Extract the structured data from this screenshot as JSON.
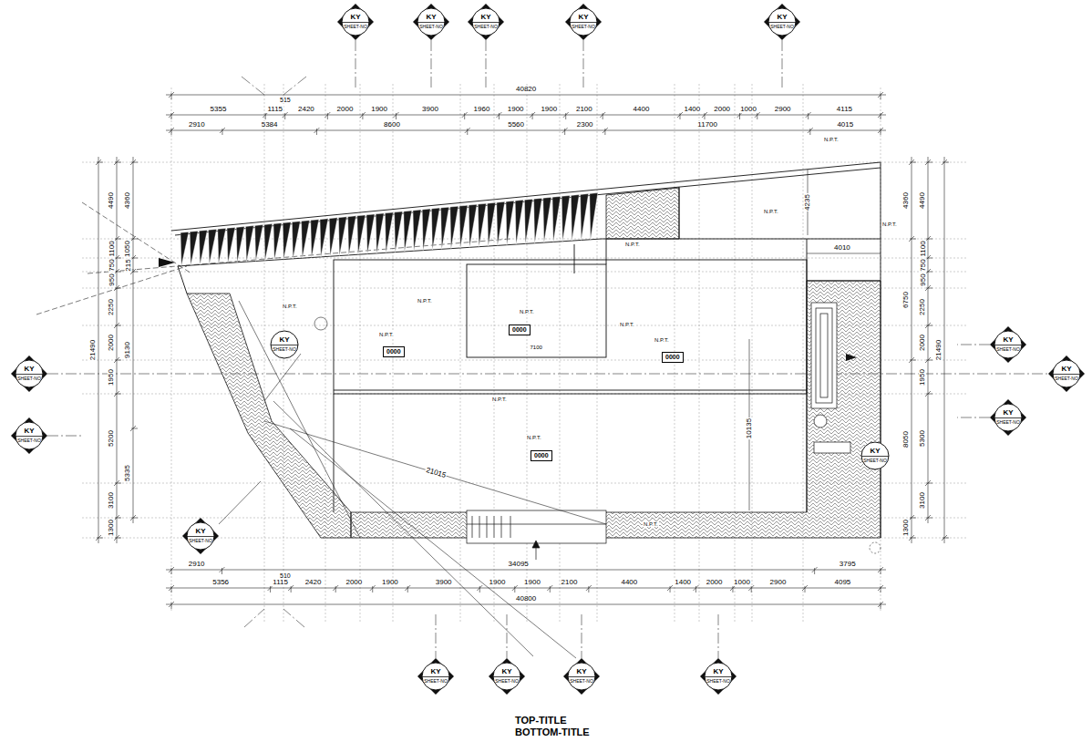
{
  "diagram": {
    "title": "TOP-TITLE",
    "caption": "BOTTOM-TITLE",
    "nodes": [
      {
        "text": [
          "KY",
          "SHEET-NO"
        ]
      },
      {
        "text": [
          "KY",
          "SHEET-NO"
        ]
      },
      {
        "text": [
          "KY",
          "SHEET-NO"
        ]
      },
      {
        "text": [
          "KY",
          "SHEET-NO"
        ]
      },
      {
        "text": [
          "KY",
          "SHEET-NO"
        ]
      },
      {
        "text": [
          "0000"
        ]
      },
      {
        "text": [
          "KY",
          "SHEET-NO"
        ]
      },
      {
        "text": [
          "KY",
          "SHEET-NO"
        ]
      },
      {
        "text": [
          "0000"
        ]
      },
      {
        "text": [
          "0000"
        ]
      },
      {
        "text": [
          "KY",
          "SHEET-NO"
        ]
      },
      {
        "text": [
          "KY",
          "SHEET-NO"
        ]
      },
      {
        "text": [
          "KY",
          "SHEET-NO"
        ]
      },
      {
        "text": [
          "KY",
          "SHEET-NO"
        ]
      },
      {
        "text": [
          "KY",
          "SHEET-NO"
        ]
      },
      {
        "text": [
          "0000"
        ]
      },
      {
        "text": [
          "KY",
          "SHEET-NO"
        ]
      },
      {
        "text": [
          "KY",
          "SHEET-NO"
        ]
      },
      {
        "text": [
          "KY",
          "SHEET-NO"
        ]
      },
      {
        "text": [
          "KY",
          "SHEET-NO"
        ]
      },
      {
        "text": [
          "KY",
          "SHEET-NO"
        ]
      }
    ],
    "labels": [
      "515",
      "5355",
      "1115",
      "2420",
      "2000",
      "1900",
      "3900",
      "1960",
      "1900",
      "1900",
      "2100",
      "4400",
      "1400",
      "2000",
      "1000",
      "2900",
      "4115",
      "40820",
      "2910",
      "5384",
      "8600",
      "5560",
      "2300",
      "11700",
      "4015",
      "2910",
      "34095",
      "3795",
      "5356",
      "1115",
      "2420",
      "2000",
      "1900",
      "3900",
      "1900",
      "1900",
      "2100",
      "4400",
      "1400",
      "2000",
      "1000",
      "2900",
      "4095",
      "510",
      "40800",
      "4490",
      "1100",
      "750",
      "950",
      "2250",
      "2000",
      "1950",
      "5200",
      "3100",
      "1300",
      "4360",
      "1050",
      "215",
      "9130",
      "5335",
      "21490",
      "4490",
      "1100",
      "750",
      "950",
      "2250",
      "2000",
      "1950",
      "5300",
      "3100",
      "4360",
      "6750",
      "8050",
      "1300",
      "21490",
      "21015",
      "10135",
      "4010",
      "4235",
      "7100",
      "N.P.T.",
      "N.P.T.",
      "N.P.T.",
      "N.P.T.",
      "N.P.T.",
      "N.P.T.",
      "N.P.T.",
      "N.P.T.",
      "N.P.T.",
      "N.P.T.",
      "N.P.T.",
      "N.P.T.",
      "N.P.T."
    ]
  }
}
